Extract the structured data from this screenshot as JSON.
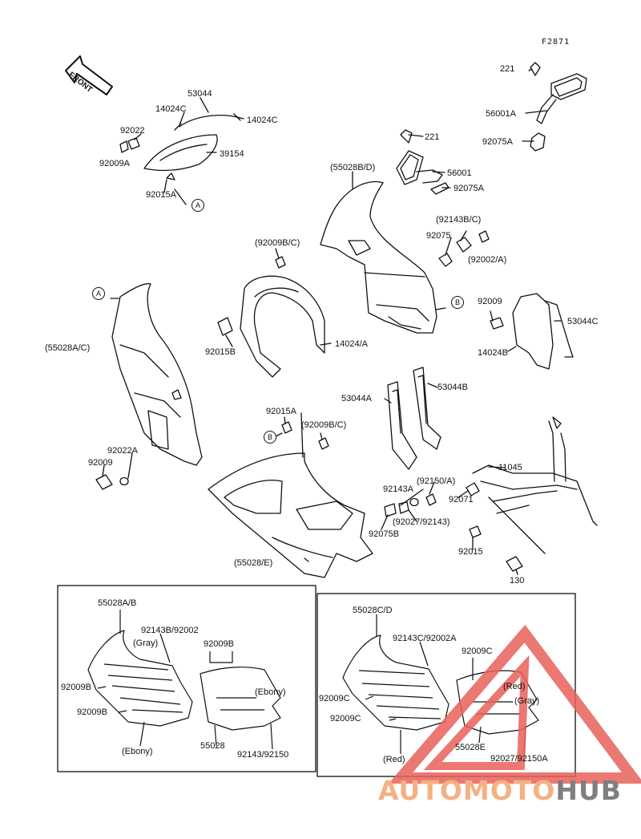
{
  "figure_code": "F2871",
  "front_label": "FRONT",
  "parts": {
    "p221_top": "221",
    "p56001A": "56001A",
    "p92075A_top": "92075A",
    "p221_mid": "221",
    "p56001": "56001",
    "p92075A_mid": "92075A",
    "p53044": "53044",
    "p14024C_left": "14024C",
    "p14024C_right": "14024C",
    "p92022": "92022",
    "p92009A": "92009A",
    "p39154": "39154",
    "p92015A_top": "92015A",
    "p55028BD": "(55028B/D)",
    "p92143BC": "(92143B/C)",
    "p92075": "92075",
    "p92002A": "(92002/A)",
    "p92009BC_top": "(92009B/C)",
    "p92015B": "92015B",
    "p14024A": "14024/A",
    "p92009_right": "92009",
    "p53044C": "53044C",
    "p14024B": "14024B",
    "p55028AC": "(55028A/C)",
    "p53044A": "53044A",
    "p53044B": "53044B",
    "p92015A_mid": "92015A",
    "p92009BC_mid": "(92009B/C)",
    "p92022A": "92022A",
    "p92009_left": "92009",
    "p11045": "11045",
    "p92150A": "(92150/A)",
    "p92143A": "92143A",
    "p92071": "92071",
    "p92027_92143": "(92027/92143)",
    "p92075B": "92075B",
    "p92015": "92015",
    "p130": "130",
    "p55028E": "(55028/E)"
  },
  "callouts": {
    "A": "A",
    "B": "B"
  },
  "inset_left": {
    "p55028AB": "55028A/B",
    "p92143B_92002": "92143B/92002",
    "gray": "(Gray)",
    "p92009B_top": "92009B",
    "p92009B_a": "92009B",
    "p92009B_b": "92009B",
    "ebony_right": "(Ebony)",
    "ebony_bottom": "(Ebony)",
    "p55028": "55028",
    "p92143_92150": "92143/92150"
  },
  "inset_right": {
    "p55028CD": "55028C/D",
    "p92143C_92002A": "92143C/92002A",
    "p92009C_top": "92009C",
    "p92009C_a": "92009C",
    "p92009C_b": "92009C",
    "red_right": "(Red)",
    "gray": "(Gray)",
    "red_bottom": "(Red)",
    "p55028E": "55028E",
    "p92027_92150A": "92027/92150A"
  },
  "watermark": {
    "part1": "AUTOMOTO",
    "part2": "HUB"
  },
  "colors": {
    "ink": "#111111",
    "watermark_red": "#e8615b",
    "watermark_orange": "#f4b183",
    "watermark_gray": "#7f7f7f"
  }
}
